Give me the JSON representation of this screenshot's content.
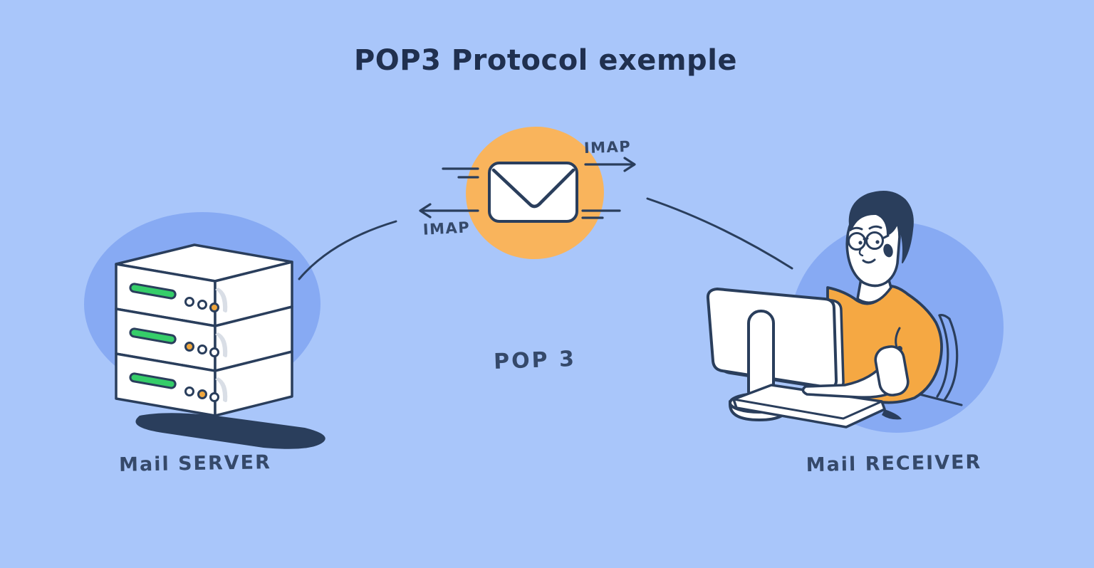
{
  "title": "POP3 Protocol exemple",
  "labels": {
    "server": "Mail SERVER",
    "receiver": "Mail RECEIVER",
    "center_protocol": "POP 3",
    "imap_top": "IMAP",
    "imap_bottom": "IMAP"
  },
  "illustrations": [
    "mail-server-stack-icon",
    "envelope-icon",
    "imap-right-arrow-icon",
    "imap-left-arrow-icon",
    "person-at-computer-icon"
  ],
  "colors": {
    "background": "#a9c6fa",
    "outline_navy": "#2a3e5c",
    "title_navy": "#20304f",
    "handwriting_navy": "#35496a",
    "accent_orange": "#f9b45c",
    "sweater_orange": "#f5a843",
    "led_orange": "#f0a73e",
    "status_green": "#35cd69",
    "blob_blue": "#87aaf3",
    "white": "#ffffff",
    "swoosh_gray": "#d9dee6"
  }
}
